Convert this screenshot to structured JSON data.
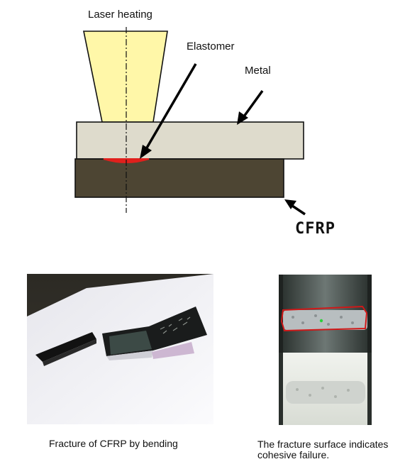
{
  "diagram": {
    "labels": {
      "laser": "Laser heating",
      "elastomer": "Elastomer",
      "metal": "Metal",
      "cfrp": "CFRP"
    },
    "colors": {
      "laser_beam": "#fff7a8",
      "metal": "#dedbcc",
      "cfrp": "#4d4533",
      "elastomer": "#e0201c"
    }
  },
  "photos": {
    "left_caption": "Fracture of CFRP by bending",
    "right_caption_line1": "The fracture surface indicates",
    "right_caption_line2": "cohesive failure.",
    "colors": {
      "outline": "#d01818",
      "marker": "#2bd13a"
    }
  }
}
